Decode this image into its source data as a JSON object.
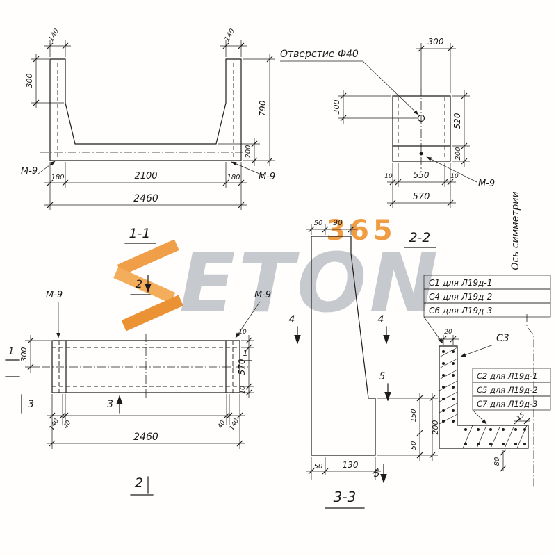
{
  "watermark": {
    "brand": "ETON",
    "number": "365"
  },
  "section11": {
    "title": "1-1",
    "marker2": "2",
    "m9_left": "М-9",
    "m9_right": "М-9",
    "dims": {
      "flange_top_left": "140",
      "flange_top_right": "140",
      "left_300": "300",
      "right_790": "790",
      "right_200": "200",
      "bottom_180_left": "180",
      "bottom_2100": "2100",
      "bottom_180_right": "180",
      "bottom_2460": "2460"
    }
  },
  "section22": {
    "title": "2-2",
    "hole_label": "Отверстие Ф40",
    "m9": "М-9",
    "dims": {
      "top_300": "300",
      "left_300": "300",
      "right_520": "520",
      "right_200": "200",
      "bottom_10_left": "10",
      "bottom_550": "550",
      "bottom_10_right": "10",
      "bottom_570": "570"
    }
  },
  "axis": {
    "label": "Ось симметрии"
  },
  "plan": {
    "title": "2",
    "m9_left": "М-9",
    "m9_right": "М-9",
    "marker1_left": "1",
    "marker1_right": "1",
    "marker3_left": "3",
    "marker3_mid": "3",
    "dims": {
      "left_300": "300",
      "right_10_top": "10",
      "right_570": "570",
      "right_10_bottom": "10",
      "bottom_140_left": "140",
      "bottom_40_left": "40",
      "bottom_40_right": "40",
      "bottom_140_right": "140",
      "bottom_2460": "2460"
    }
  },
  "section33": {
    "title": "3-3",
    "marker4_left": "4",
    "marker4_right": "4",
    "marker5_upper": "5",
    "marker5_lower": "5",
    "dims": {
      "top_50": "50",
      "top_90": "90",
      "right_150": "150",
      "right_50": "50",
      "right_200": "200",
      "bottom_50": "50",
      "bottom_130": "130"
    }
  },
  "rebar": {
    "c3_label": "С3",
    "dim_20": "20",
    "dim_15": "15",
    "dim_80": "80",
    "group_top": [
      "С1 для Л19д-1",
      "С4 для Л19д-2",
      "С6 для Л19д-3"
    ],
    "group_bottom": [
      "С2 для Л19д-1",
      "С5 для Л19д-2",
      "С7 для Л19д-3"
    ]
  }
}
